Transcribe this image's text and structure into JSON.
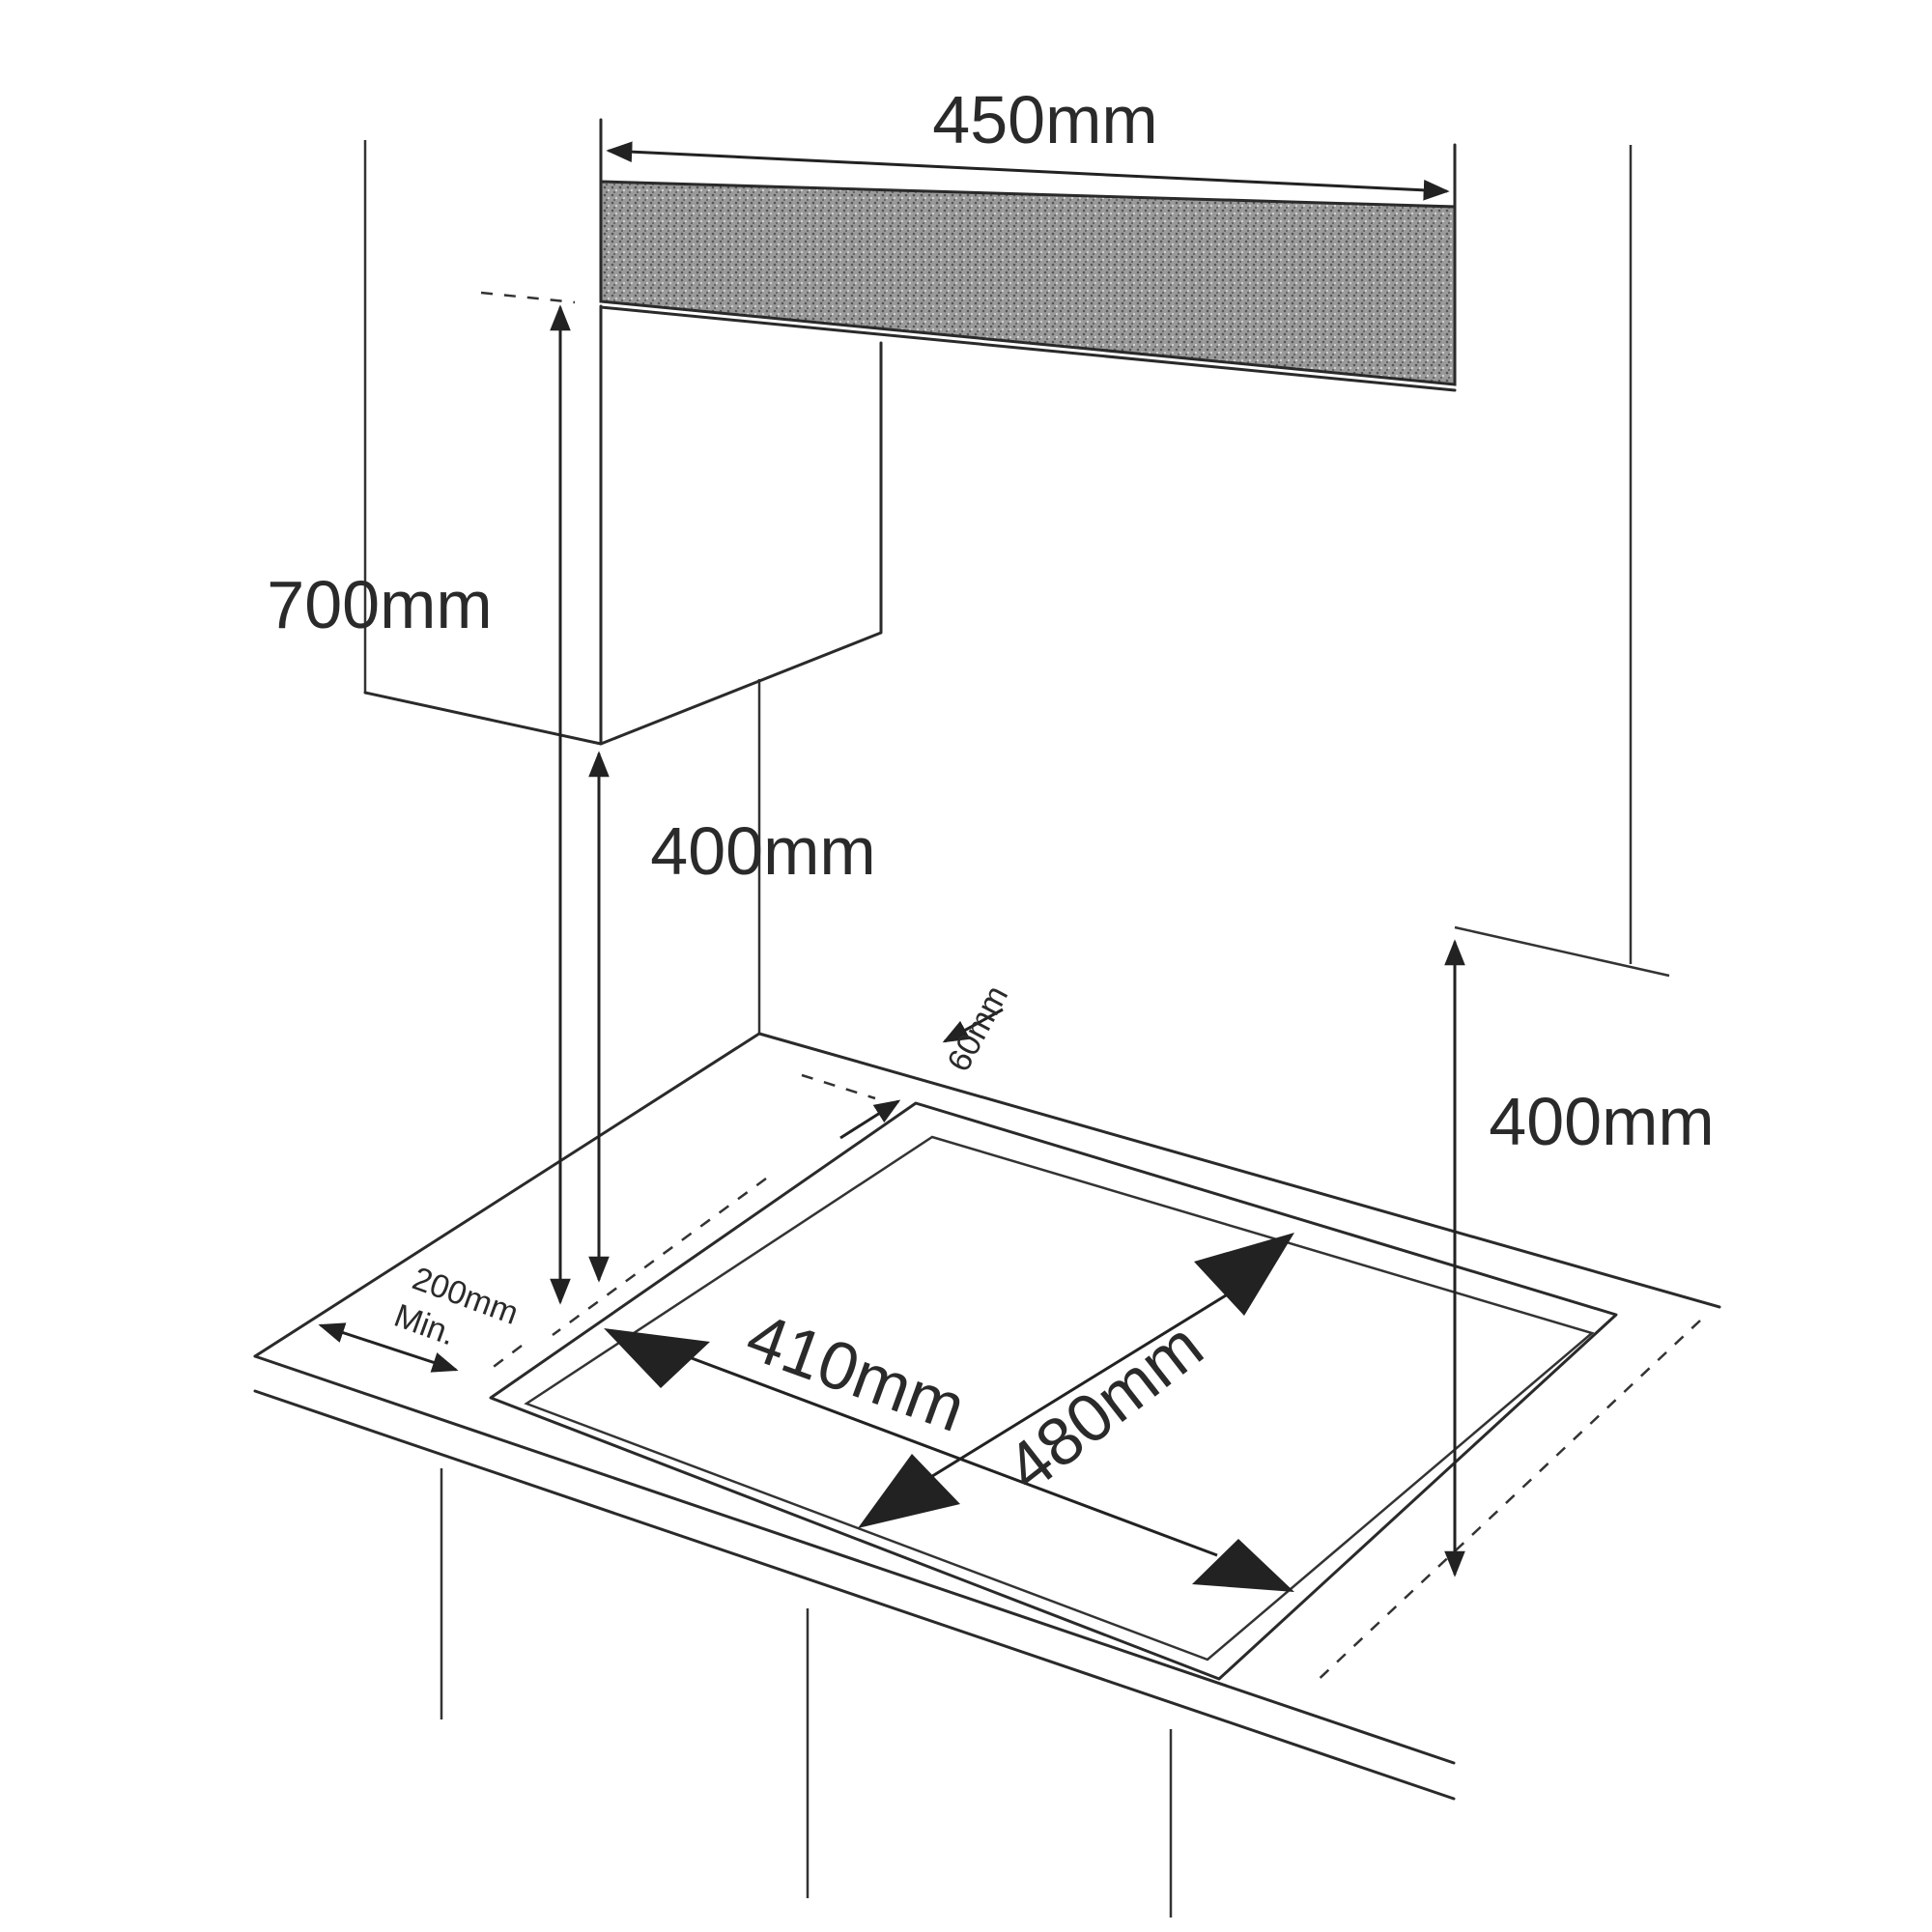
{
  "labels": {
    "hood_width": "450mm",
    "cabinet_height": "700mm",
    "cabinet_clearance": "400mm",
    "side_clearance": "400mm",
    "rear_clearance": "60mm",
    "front_clearance": "200mm",
    "front_clearance_note": "Min.",
    "hob_width": "410mm",
    "hob_depth": "480mm"
  },
  "colors": {
    "line": "#2a2a2a",
    "hood_fill": "#8c8c8c"
  }
}
